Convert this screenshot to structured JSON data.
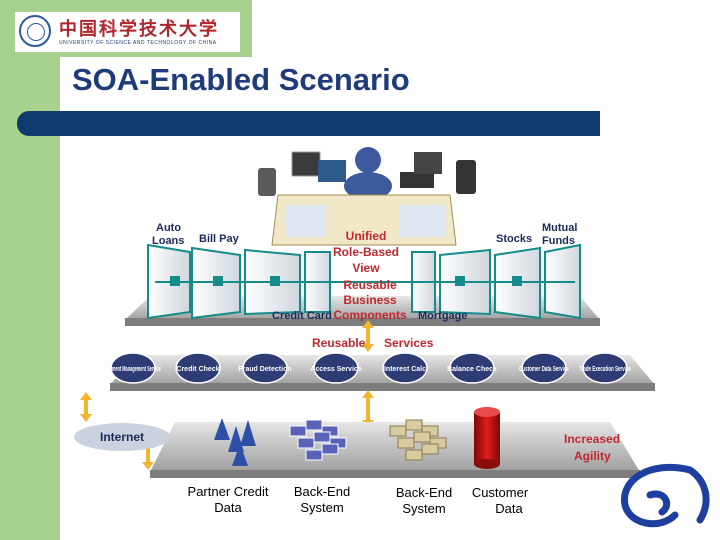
{
  "header": {
    "logo_cn": "中国科学技术大学",
    "logo_en": "UNIVERSITY OF SCIENCE AND TECHNOLOGY OF CHINA",
    "title": "SOA-Enabled Scenario"
  },
  "diagram": {
    "apps": [
      "Auto Loans",
      "Bill Pay",
      "Credit Card",
      "Mortgage",
      "Stocks",
      "Mutual Funds"
    ],
    "center_top": [
      "Unified",
      "Role-Based",
      "View"
    ],
    "center_mid": [
      "Reusable",
      "Business",
      "Components"
    ],
    "layer_title": [
      "Reusable",
      "Services"
    ],
    "services": [
      "Payment Management Service",
      "Credit Check",
      "Fraud Detection",
      "Access Service",
      "Interest Calc",
      "Balance Check",
      "Customer Data Service",
      "Trade Execution Service"
    ],
    "internet": "Internet",
    "agility": [
      "Increased",
      "Agility"
    ]
  },
  "captions": {
    "partner": [
      "Partner Credit",
      "Data"
    ],
    "backend1": [
      "Back-End",
      "System"
    ],
    "backend2": [
      "Back-End",
      "System"
    ],
    "customer": [
      "Customer",
      "Data"
    ]
  },
  "colors": {
    "accent": "#0e3a6e",
    "title": "#1f3c7a",
    "band": "#a9d18e",
    "red_label": "#c0282e"
  }
}
